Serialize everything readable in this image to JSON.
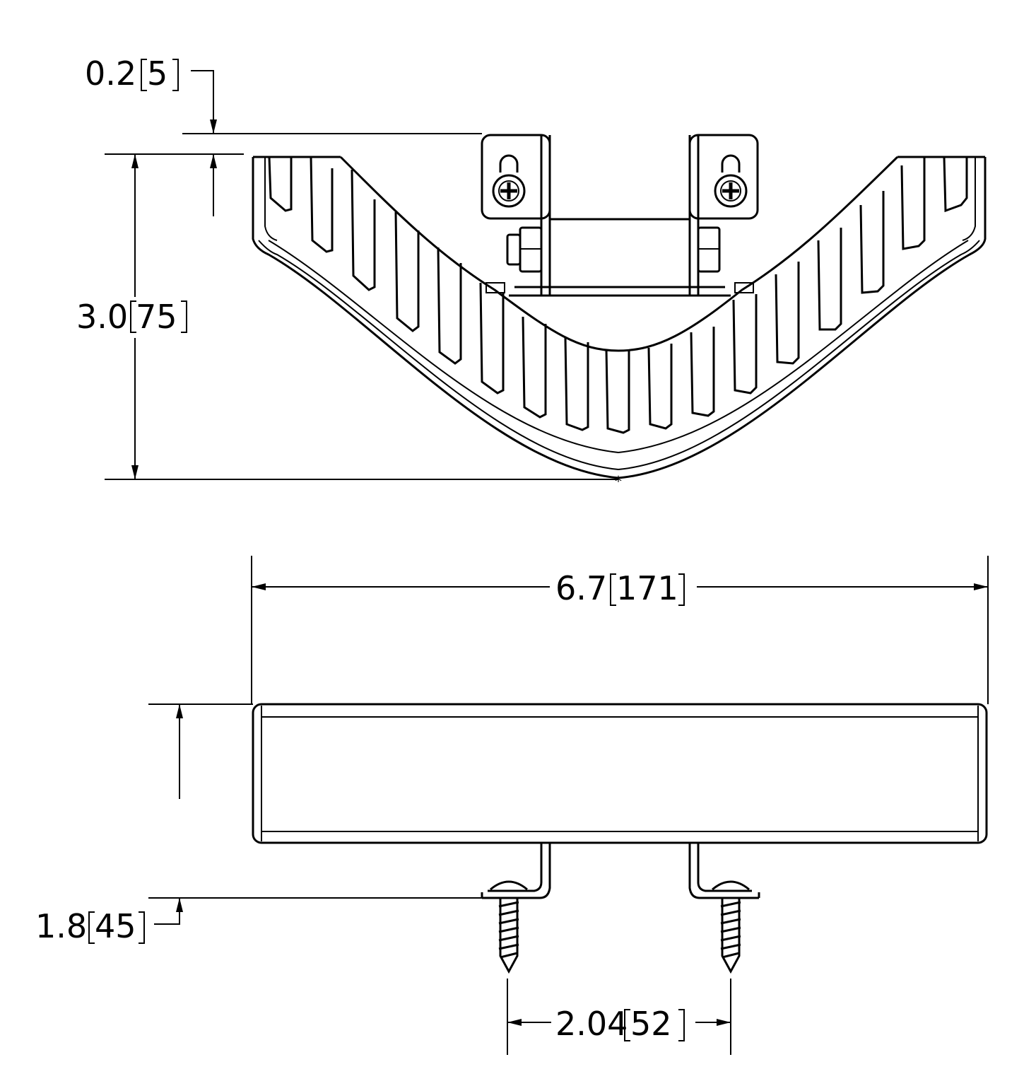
{
  "drawing": {
    "line_color": "#000000",
    "background": "#ffffff"
  },
  "dimensions": {
    "offset_top": {
      "imperial": "0.2",
      "metric": "5"
    },
    "height_top_view": {
      "imperial": "3.0",
      "metric": "75"
    },
    "overall_width": {
      "imperial": "6.7",
      "metric": "171"
    },
    "height_side_view": {
      "imperial": "1.8",
      "metric": "45"
    },
    "screw_spacing": {
      "imperial": "2.04",
      "metric": "52"
    }
  }
}
